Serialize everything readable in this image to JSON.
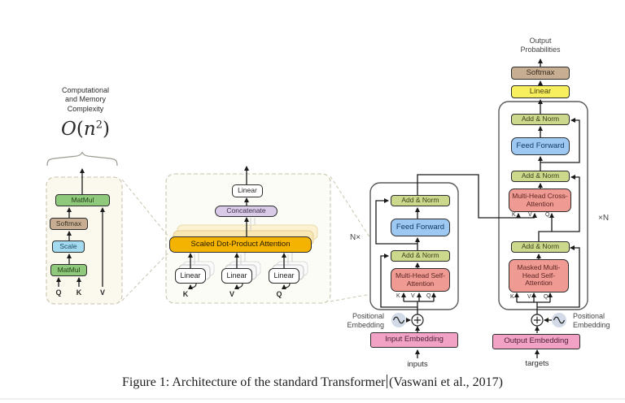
{
  "caption": {
    "part1": "Figure 1: Architecture of the standard Transformer",
    "part2": "(Vaswani et al., 2017)"
  },
  "complexity_panel": {
    "title_line1": "Computational",
    "title_line2": "and Memory",
    "title_line3": "Complexity",
    "formula": {
      "o": "O",
      "open": "(",
      "n": "n",
      "exp": "2",
      "close": ")"
    },
    "matmul_top": "MatMul",
    "softmax": "Softmax",
    "scale": "Scale",
    "matmul_bottom": "MatMul",
    "q": "Q",
    "k": "K",
    "v": "V"
  },
  "multihead_panel": {
    "linear_out": "Linear",
    "concatenate": "Concatenate",
    "sdpa": "Scaled Dot-Product Attention",
    "linear_k": "Linear",
    "linear_v": "Linear",
    "linear_q": "Linear",
    "k": "K",
    "v": "V",
    "q": "Q"
  },
  "encoder": {
    "repeat_label": "N×",
    "add_norm_top": "Add & Norm",
    "feed_forward": "Feed Forward",
    "add_norm_bottom": "Add & Norm",
    "attention": "Multi-Head Self-Attention",
    "k": "K",
    "v": "V",
    "q": "Q",
    "pos_line1": "Positional",
    "pos_line2": "Embedding",
    "input_embedding": "Input Embedding",
    "inputs": "inputs"
  },
  "decoder": {
    "out_prob_line1": "Output",
    "out_prob_line2": "Probabilities",
    "softmax": "Softmax",
    "linear": "Linear",
    "add_norm_1": "Add & Norm",
    "feed_forward": "Feed Forward",
    "add_norm_2": "Add & Norm",
    "cross_attention": "Multi-Head Cross-Attention",
    "k_cross": "K",
    "v_cross": "V",
    "q_cross": "Q",
    "repeat_label": "×N",
    "add_norm_3": "Add & Norm",
    "masked_attention": "Masked Multi-Head Self-Attention",
    "k_masked": "K",
    "v_masked": "V",
    "q_masked": "Q",
    "pos_line1": "Positional",
    "pos_line2": "Embedding",
    "output_embedding": "Output Embedding",
    "targets": "targets"
  },
  "colors": {
    "green": "#8fc97c",
    "tan": "#c7ae93",
    "light_blue": "#a4daf0",
    "olive": "#ccd98c",
    "blue": "#9dc8f2",
    "salmon": "#ef9b94",
    "gold": "#f5b301",
    "lavender": "#d9cbe7",
    "yellow": "#f7ef5e",
    "pink": "#f1a2c5",
    "wire": "#1a1a1a",
    "dashed": "#c9c4ae"
  }
}
